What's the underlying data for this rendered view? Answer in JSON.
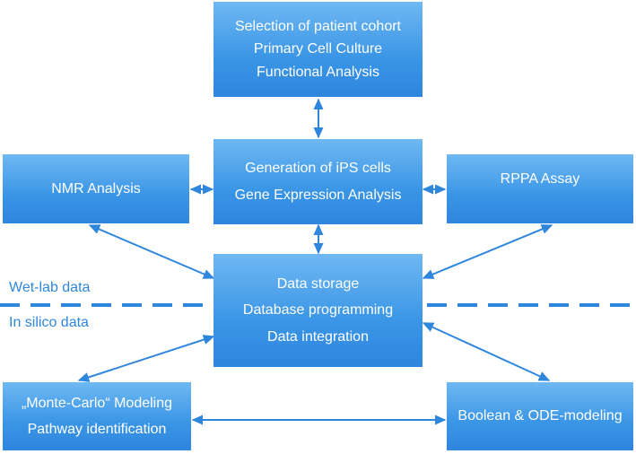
{
  "boxes": {
    "cohort": [
      "Selection of patient cohort",
      "Primary Cell Culture",
      "Functional Analysis"
    ],
    "ips": [
      "Generation of iPS cells",
      "Gene Expression Analysis"
    ],
    "nmr": [
      "NMR Analysis"
    ],
    "rppa": [
      "RPPA Assay"
    ],
    "data": [
      "Data storage",
      "Database programming",
      "Data integration"
    ],
    "monte": [
      "„Monte-Carlo“ Modeling",
      "Pathway identification"
    ],
    "boolean": [
      "Boolean & ODE-modeling"
    ]
  },
  "labels": {
    "wetlab": "Wet-lab data",
    "insilico": "In silico data"
  },
  "colors": {
    "accent": "#2f86dd",
    "box_top": "#6fb8f2",
    "box_bottom": "#2f86dd",
    "text_on_box": "#ffffff"
  }
}
